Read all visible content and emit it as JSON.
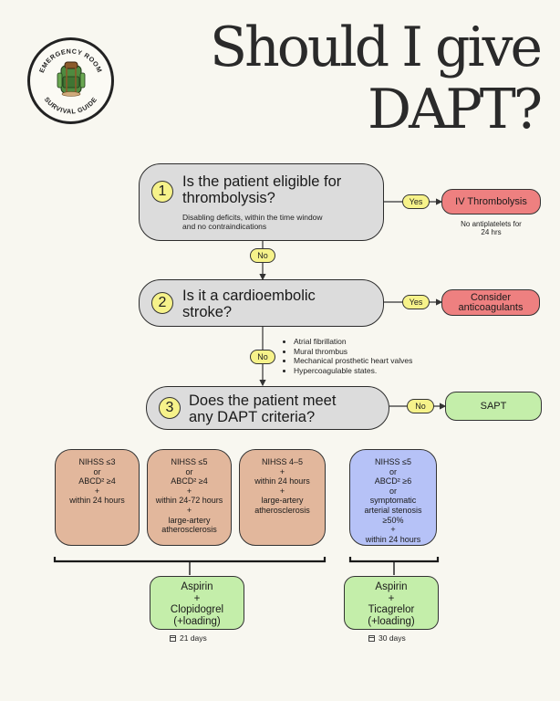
{
  "title": {
    "line1": "Should I give",
    "line2": "DAPT?"
  },
  "logo": {
    "top_text": "EMERGENCY ROOM",
    "bottom_text": "SURVIVAL GUIDE"
  },
  "questions": [
    {
      "number": "1",
      "line1": "Is the patient eligible for",
      "line2": "thrombolysis?",
      "sub1": "Disabling deficits, within the time window",
      "sub2": "and no contraindications"
    },
    {
      "number": "2",
      "line1": "Is it a cardioembolic",
      "line2": "stroke?"
    },
    {
      "number": "3",
      "line1": "Does the patient meet",
      "line2": "any DAPT criteria?"
    }
  ],
  "answers": {
    "yes": "Yes",
    "no": "No"
  },
  "outcomes": {
    "thrombolysis": "IV Thrombolysis",
    "thrombolysis_note1": "No antiplatelets for",
    "thrombolysis_note2": "24 hrs",
    "anticoag1": "Consider",
    "anticoag2": "anticoagulants",
    "sapt": "SAPT"
  },
  "cardioembolic_causes": [
    "Atrial fibrillation",
    "Mural thrombus",
    "Mechanical prosthetic heart valves",
    "Hypercoagulable states."
  ],
  "criteria": [
    {
      "lines": [
        "NIHSS ≤3",
        "or",
        "ABCD² ≥4",
        "+",
        "within 24 hours"
      ]
    },
    {
      "lines": [
        "NIHSS ≤5",
        "or",
        "ABCD² ≥4",
        "+",
        "within 24-72 hours",
        "+",
        "large-artery",
        "atherosclerosis"
      ]
    },
    {
      "lines": [
        "NIHSS 4–5",
        "+",
        "within 24 hours",
        "+",
        "large-artery",
        "atherosclerosis"
      ]
    },
    {
      "lines": [
        "NIHSS ≤5",
        "or",
        "ABCD² ≥6",
        "or",
        "symptomatic",
        "arterial stenosis",
        "≥50%",
        "+",
        "within 24 hours"
      ]
    }
  ],
  "treatments": [
    {
      "lines": [
        "Aspirin",
        "+",
        "Clopidogrel",
        "(+loading)"
      ],
      "duration": "21 days"
    },
    {
      "lines": [
        "Aspirin",
        "+",
        "Ticagrelor",
        "(+loading)"
      ],
      "duration": "30 days"
    }
  ],
  "colors": {
    "background": "#f8f7f0",
    "question": "#dcdcdc",
    "pill": "#f6f28a",
    "red": "#ee8080",
    "green": "#c4eeaa",
    "tan": "#e2b79c",
    "blue": "#b6c2f7"
  }
}
